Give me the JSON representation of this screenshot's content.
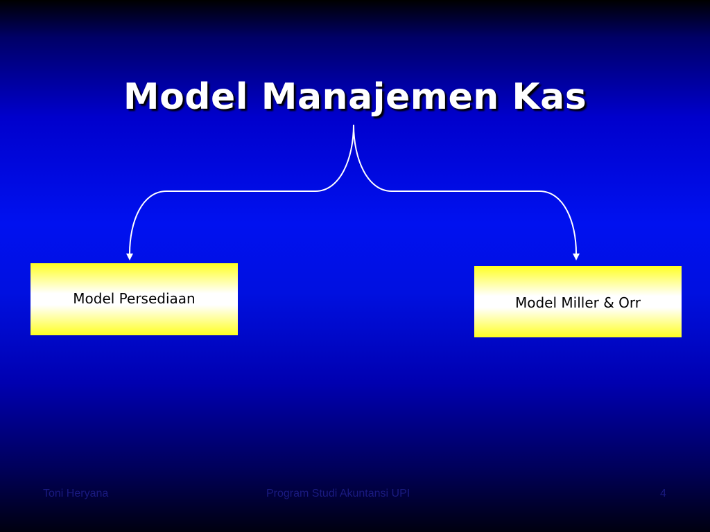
{
  "slide": {
    "title": "Model Manajemen Kas",
    "nodes": [
      {
        "label": "Model Persediaan"
      },
      {
        "label": "Model Miller & Orr"
      }
    ],
    "footer": {
      "author": "Toni Heryana",
      "program": "Program Studi Akuntansi UPI",
      "page_number": "4"
    }
  },
  "colors": {
    "background": "#0011f0",
    "title_text": "#ffffff",
    "box_fill_edge": "#ffff22",
    "box_fill_center": "#ffffff",
    "connector": "#ffffff"
  }
}
